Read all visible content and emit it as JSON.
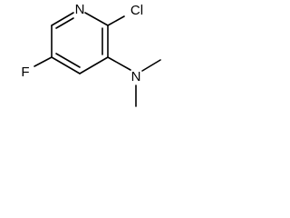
{
  "molecule": {
    "atoms": {
      "ring_nitrogen": "N",
      "chlorine": "Cl",
      "fluorine": "F",
      "amine_nitrogen": "N"
    },
    "colors": {
      "bond": "#000000",
      "label": "#000000",
      "background": "#ffffff"
    }
  }
}
